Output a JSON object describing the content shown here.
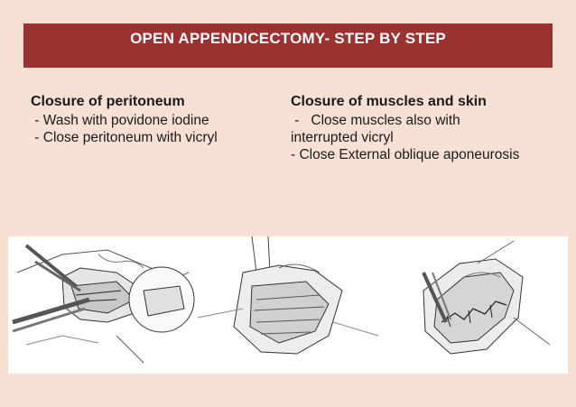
{
  "header": {
    "title": "OPEN APPENDICECTOMY- STEP BY STEP"
  },
  "left_column": {
    "heading": "Closure of peritoneum",
    "lines": [
      " - Wash with povidone iodine",
      " - Close peritoneum with vicryl"
    ]
  },
  "right_column": {
    "heading": "Closure of muscles and skin",
    "lines": [
      " -   Close muscles also with",
      "interrupted vicryl",
      "- Close External oblique aponeurosis"
    ]
  },
  "colors": {
    "background": "#f8e0d4",
    "title_bar": "#9a3232",
    "title_text": "#ffffff"
  },
  "illustration": {
    "panels": [
      "peritoneum-closure-drawing",
      "muscle-closure-drawing",
      "aponeurosis-closure-drawing"
    ]
  }
}
